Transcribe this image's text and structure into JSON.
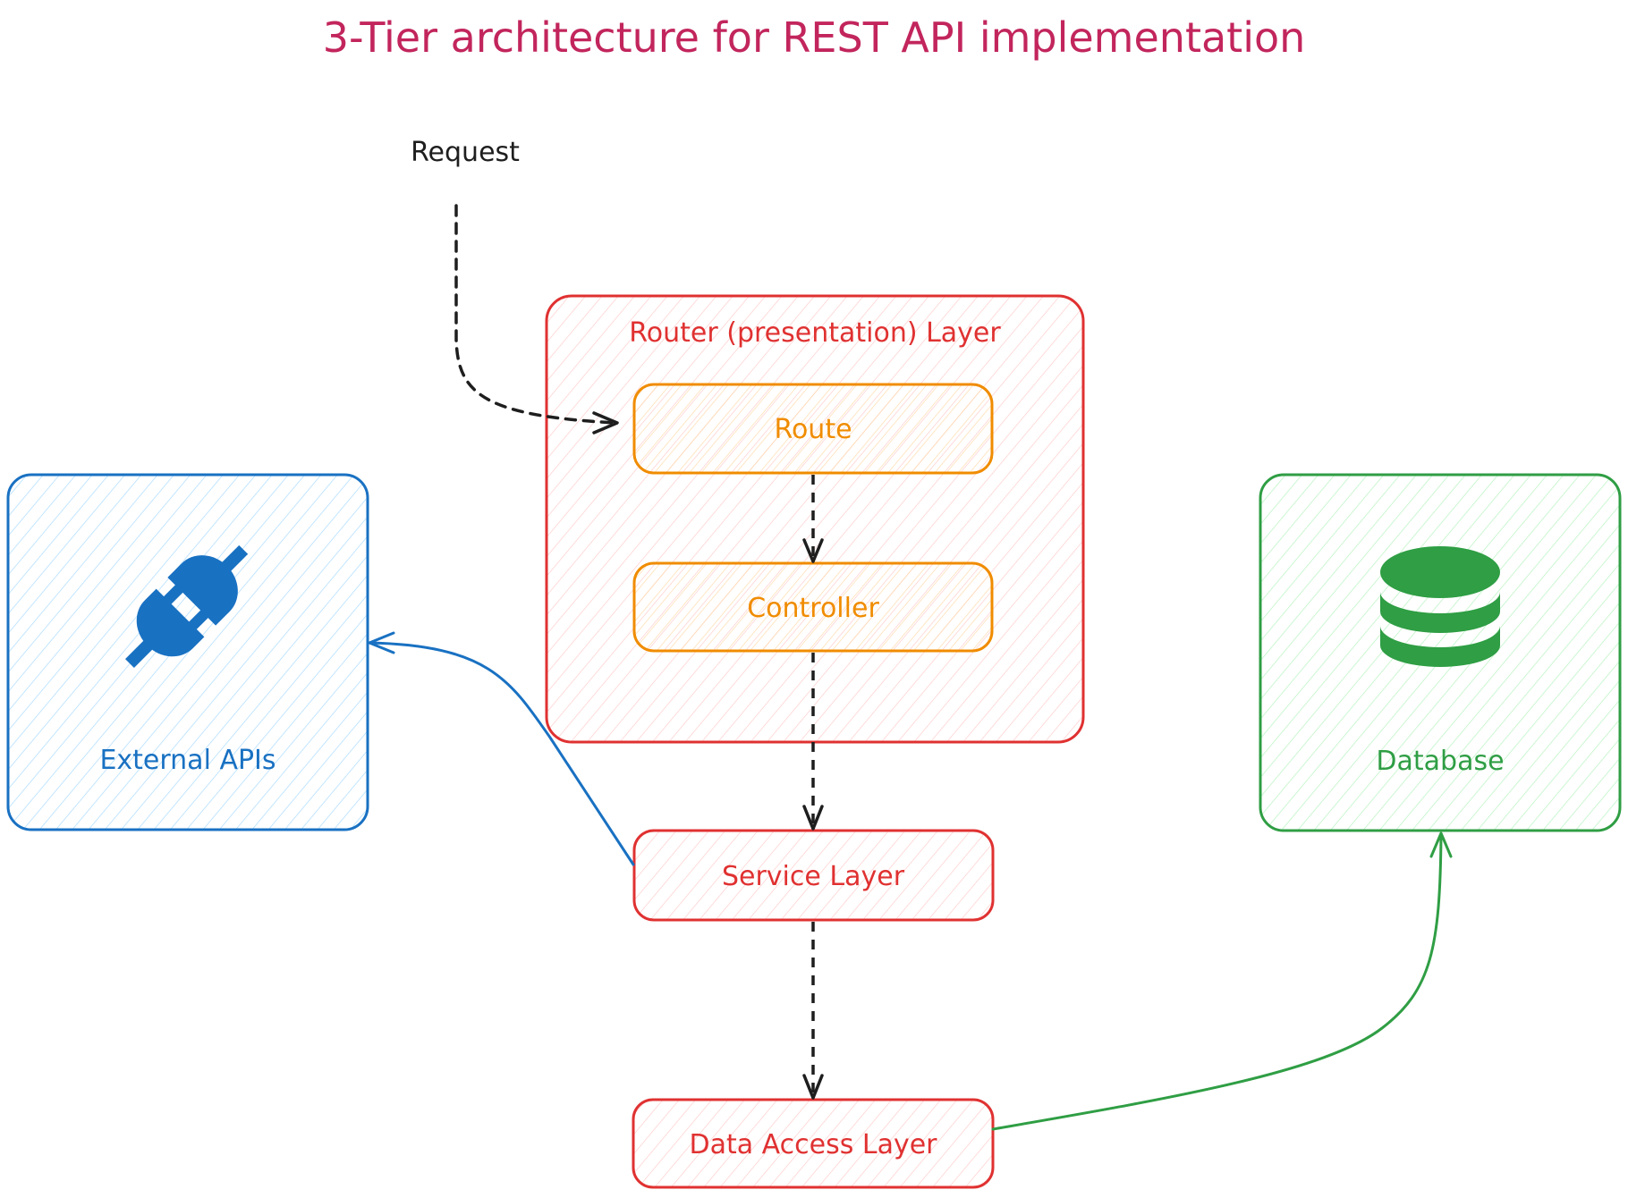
{
  "title": "3-Tier architecture for REST API implementation",
  "colors": {
    "title": "#c2255c",
    "red": "#e03131",
    "orange": "#f08c00",
    "blue": "#1971c2",
    "green": "#2f9e44",
    "black": "#1e1e1e",
    "red_hatch": "#ffc9c9",
    "orange_hatch": "#ffd8a8",
    "blue_hatch": "#a5d8ff",
    "green_hatch": "#b2f2bb"
  },
  "request_label": "Request",
  "nodes": {
    "router_layer": {
      "label": "Router (presentation) Layer"
    },
    "route": {
      "label": "Route"
    },
    "controller": {
      "label": "Controller"
    },
    "service_layer": {
      "label": "Service Layer"
    },
    "data_access_layer": {
      "label": "Data Access Layer"
    },
    "external_apis": {
      "label": "External APIs",
      "icon": "plug-icon"
    },
    "database": {
      "label": "Database",
      "icon": "database-icon"
    }
  },
  "edges": [
    {
      "from": "Request",
      "to": "Route",
      "style": "dashed"
    },
    {
      "from": "Route",
      "to": "Controller",
      "style": "dashed"
    },
    {
      "from": "Controller",
      "to": "Service Layer",
      "style": "dashed"
    },
    {
      "from": "Service Layer",
      "to": "Data Access Layer",
      "style": "dashed"
    },
    {
      "from": "Service Layer",
      "to": "External APIs",
      "style": "solid"
    },
    {
      "from": "Data Access Layer",
      "to": "Database",
      "style": "solid"
    }
  ]
}
